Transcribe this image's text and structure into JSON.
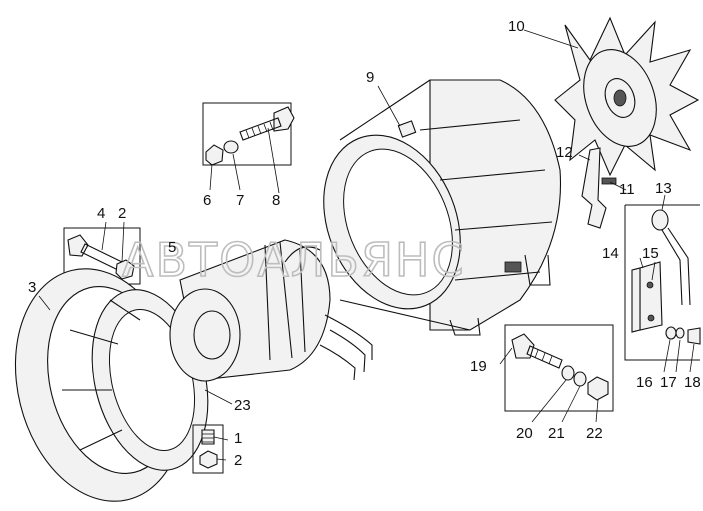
{
  "watermark": "АВТОАЛЬЯНС",
  "callouts": {
    "c1": "1",
    "c2a": "2",
    "c2b": "2",
    "c3": "3",
    "c4": "4",
    "c5": "5",
    "c6": "6",
    "c7": "7",
    "c8": "8",
    "c9": "9",
    "c10": "10",
    "c11": "11",
    "c12": "12",
    "c13": "13",
    "c14": "14",
    "c15": "15",
    "c16": "16",
    "c17": "17",
    "c18": "18",
    "c19": "19",
    "c20": "20",
    "c21": "21",
    "c22": "22",
    "c23": "23"
  },
  "colors": {
    "line": "#111111",
    "watermark": "#bdbdbd",
    "background": "#ffffff"
  }
}
